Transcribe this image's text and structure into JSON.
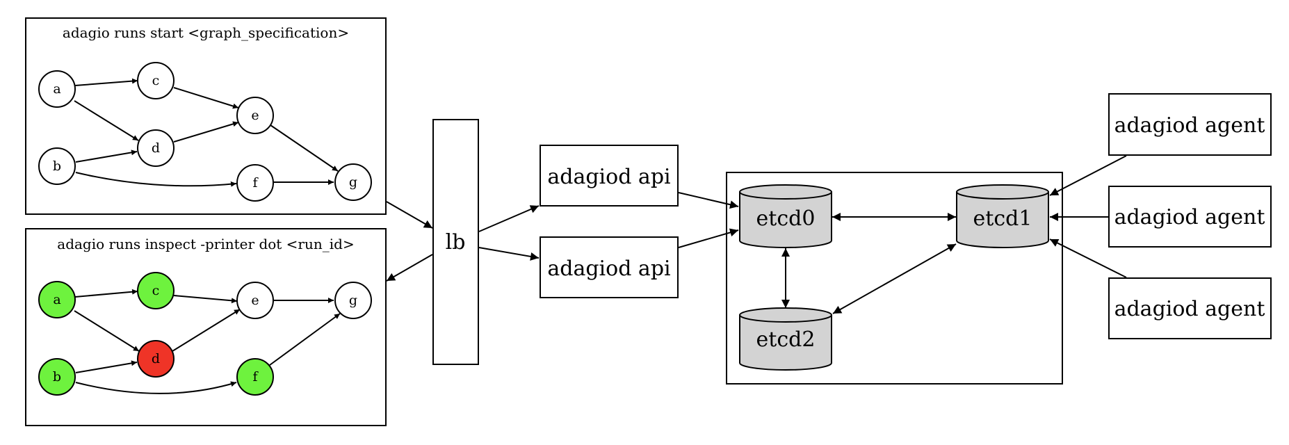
{
  "clusters": {
    "start": {
      "label": "adagio runs start <graph_specification>"
    },
    "inspect": {
      "label": "adagio runs inspect -printer dot <run_id>"
    }
  },
  "graph_nodes": {
    "a": "a",
    "b": "b",
    "c": "c",
    "d": "d",
    "e": "e",
    "f": "f",
    "g": "g"
  },
  "inspect_status": {
    "a": "success",
    "b": "success",
    "c": "success",
    "d": "failed",
    "e": "pending",
    "f": "success",
    "g": "pending"
  },
  "status_colors": {
    "success": "#6ef23e",
    "failed": "#ef3427",
    "pending": "#ffffff"
  },
  "infra": {
    "lb": "lb",
    "api_1": "adagiod api",
    "api_2": "adagiod api",
    "etcd0": "etcd0",
    "etcd1": "etcd1",
    "etcd2": "etcd2",
    "agent_1": "adagiod agent",
    "agent_2": "adagiod agent",
    "agent_3": "adagiod agent"
  },
  "etcd_fill": "#d3d3d3"
}
